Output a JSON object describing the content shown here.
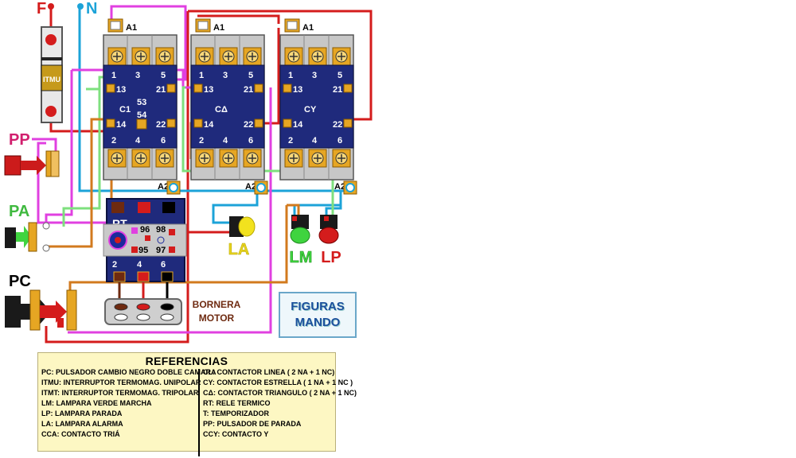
{
  "supply": {
    "phase_label": "F",
    "neutral_label": "N"
  },
  "breaker": {
    "label": "ITMU"
  },
  "buttons": {
    "stop": "PP",
    "start": "PA",
    "change": "PC"
  },
  "contactors": [
    {
      "coil_top": "A1",
      "coil_bottom": "A2",
      "name": "C1",
      "terminals_top": [
        "1",
        "3",
        "5"
      ],
      "aux": [
        "13",
        "21",
        "14",
        "22",
        "53",
        "54"
      ],
      "terminals_bottom": [
        "2",
        "4",
        "6"
      ]
    },
    {
      "coil_top": "A1",
      "coil_bottom": "A2",
      "name": "CΔ",
      "terminals_top": [
        "1",
        "3",
        "5"
      ],
      "aux": [
        "13",
        "21",
        "14",
        "22"
      ],
      "terminals_bottom": [
        "2",
        "4",
        "6"
      ]
    },
    {
      "coil_top": "A1",
      "coil_bottom": "A2",
      "name": "CY",
      "terminals_top": [
        "1",
        "3",
        "5"
      ],
      "aux": [
        "13",
        "21",
        "14",
        "22"
      ],
      "terminals_bottom": [
        "2",
        "4",
        "6"
      ]
    }
  ],
  "relay": {
    "name": "RT",
    "contacts": [
      "96",
      "98",
      "95",
      "97"
    ],
    "terminals_bottom": [
      "2",
      "4",
      "6"
    ]
  },
  "lamps": {
    "alarm": "LA",
    "running": "LM",
    "stop": "LP"
  },
  "motor_terminal": {
    "line1": "BORNERA",
    "line2": "MOTOR"
  },
  "figures_panel": {
    "line1": "FIGURAS",
    "line2": "MANDO"
  },
  "references": {
    "title": "REFERENCIAS",
    "left": [
      "PC: PULSADOR CAMBIO NEGRO DOBLE CAMARA",
      "ITMU: INTERRUPTOR TERMOMAG. UNIPOLAR",
      "ITMT: INTERRUPTOR TERMOMAG. TRIPOLAR",
      "LM: LAMPARA VERDE MARCHA",
      "LP: LAMPARA PARADA",
      "LA: LAMPARA ALARMA",
      "CCA: CONTACTO TRIÁ"
    ],
    "right": [
      "CL: CONTACTOR LINEA ( 2 NA + 1 NC)",
      "CY: CONTACTOR ESTRELLA ( 1 NA + 1 NC )",
      "CΔ: CONTACTOR TRIANGULO ( 2 NA + 1 NC)",
      "RT: RELE  TERMICO",
      "T: TEMPORIZADOR",
      "PP: PULSADOR DE PARADA",
      "CCY: CONTACTO Y"
    ]
  },
  "colors": {
    "phase": "#d41c1c",
    "neutral": "#1ca3d8",
    "magenta": "#e040e0",
    "green": "#7ee07e",
    "orange": "#d27a1e",
    "brown": "#6e2a10",
    "navy": "#1c2a78",
    "contact": "#e6a623"
  }
}
